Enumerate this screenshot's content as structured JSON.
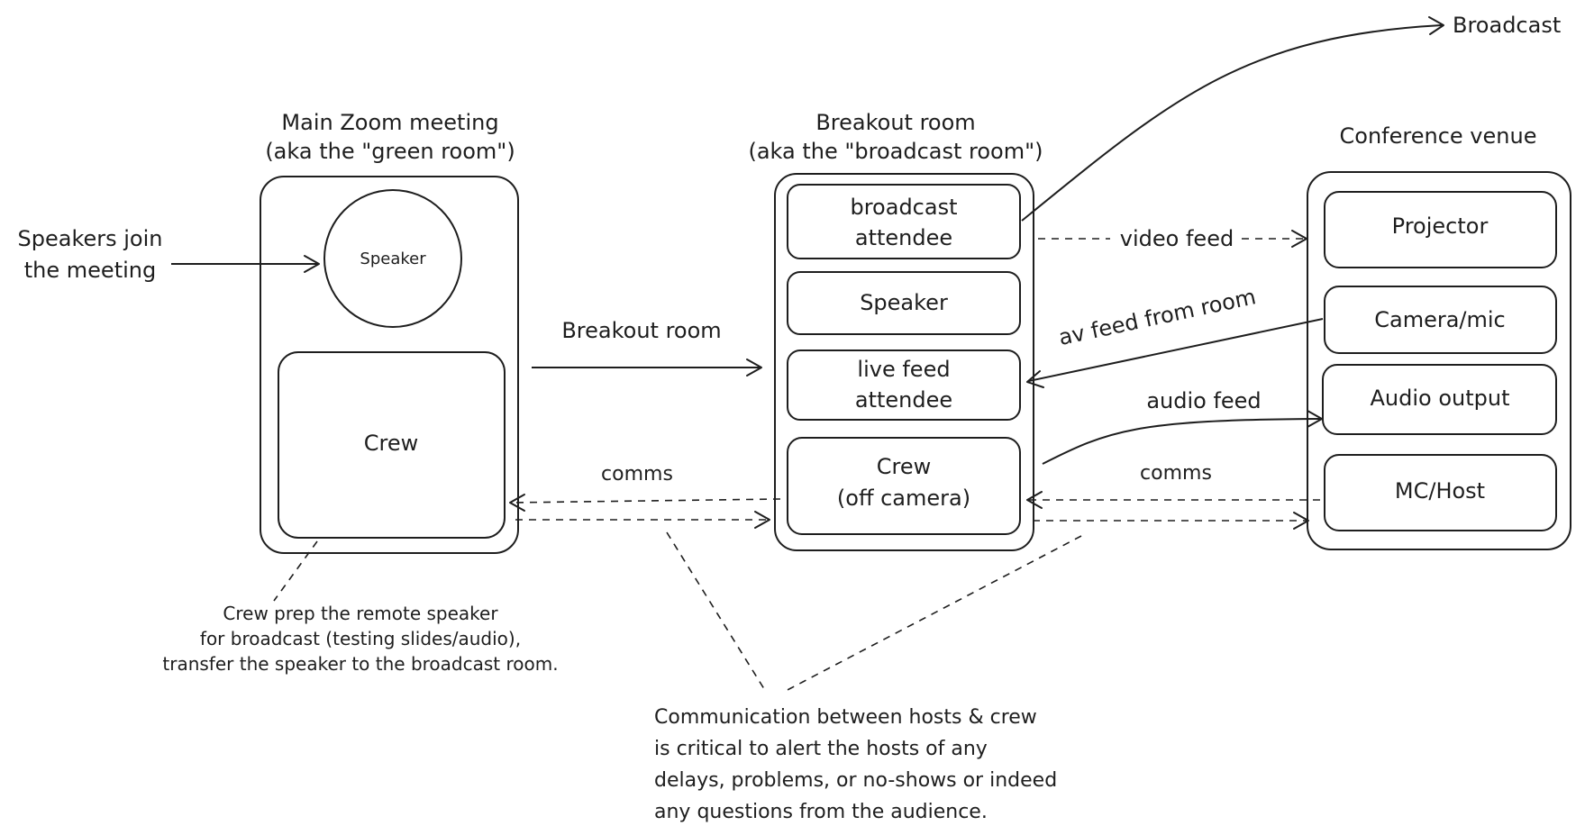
{
  "main_zoom": {
    "title_line1": "Main Zoom meeting",
    "title_line2": "(aka the \"green room\")",
    "speaker": "Speaker",
    "crew": "Crew"
  },
  "speakers_join": {
    "line1": "Speakers join",
    "line2": "the meeting"
  },
  "breakout": {
    "title_line1": "Breakout room",
    "title_line2": "(aka the \"broadcast room\")",
    "broadcast_attendee_line1": "broadcast",
    "broadcast_attendee_line2": "attendee",
    "speaker": "Speaker",
    "live_feed_line1": "live feed",
    "live_feed_line2": "attendee",
    "crew_line1": "Crew",
    "crew_line2": "(off camera)"
  },
  "venue": {
    "title": "Conference venue",
    "projector": "Projector",
    "camera_mic": "Camera/mic",
    "audio_output": "Audio output",
    "mc_host": "MC/Host"
  },
  "arrows": {
    "breakout_room": "Breakout room",
    "broadcast": "Broadcast",
    "video_feed": "video feed",
    "av_feed": "av feed from room",
    "audio_feed": "audio feed",
    "comms_left": "comms",
    "comms_right": "comms"
  },
  "notes": {
    "crew_prep_line1": "Crew prep the remote speaker",
    "crew_prep_line2": "for broadcast (testing slides/audio),",
    "crew_prep_line3": "transfer the speaker to the broadcast room.",
    "comm_line1": "Communication between hosts & crew",
    "comm_line2": "is critical to alert the hosts of any",
    "comm_line3": "delays, problems, or no-shows or indeed",
    "comm_line4": "any questions from the audience."
  }
}
